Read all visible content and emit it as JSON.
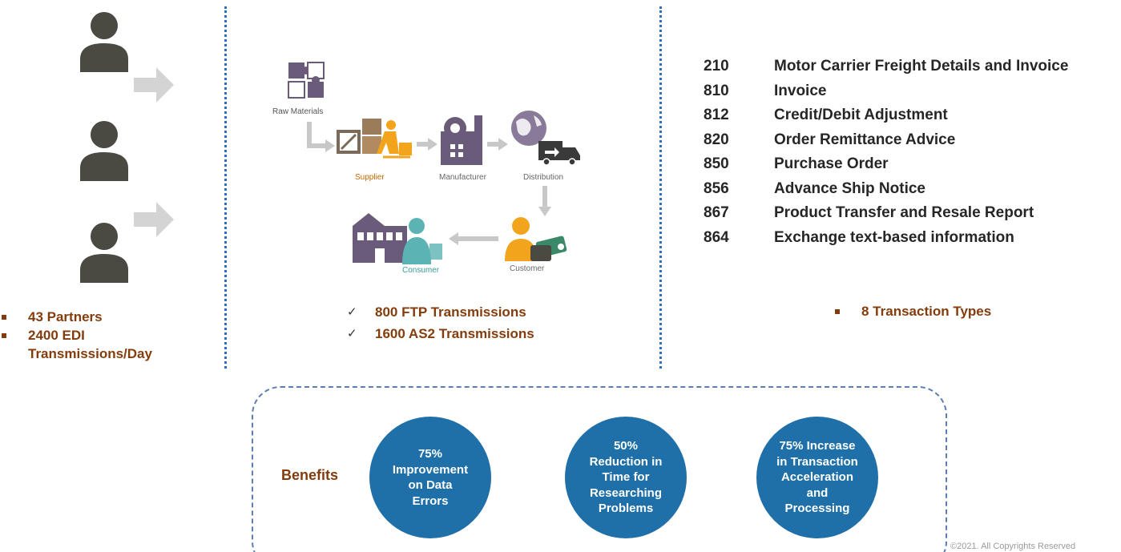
{
  "partners": {
    "stats": [
      "43 Partners",
      "2400 EDI Transmissions/Day"
    ]
  },
  "supply_chain": {
    "stages": {
      "raw_materials": "Raw Materials",
      "supplier": "Supplier",
      "manufacturer": "Manufacturer",
      "distribution": "Distribution",
      "customer": "Customer",
      "consumer": "Consumer"
    },
    "transmissions": [
      "800 FTP Transmissions",
      "1600 AS2 Transmissions"
    ],
    "check_glyph": "✓"
  },
  "transactions": {
    "items": [
      {
        "code": "210",
        "description": "Motor Carrier Freight Details and Invoice"
      },
      {
        "code": "810",
        "description": "Invoice"
      },
      {
        "code": "812",
        "description": "Credit/Debit Adjustment"
      },
      {
        "code": "820",
        "description": "Order Remittance Advice"
      },
      {
        "code": "850",
        "description": "Purchase Order"
      },
      {
        "code": "856",
        "description": "Advance Ship Notice"
      },
      {
        "code": "867",
        "description": "Product Transfer and Resale Report"
      },
      {
        "code": "864",
        "description": "Exchange text-based information"
      }
    ],
    "summary": "8 Transaction Types"
  },
  "benefits": {
    "label": "Benefits",
    "items": [
      "75%\nImprovement\non Data\nErrors",
      "50%\nReduction in\nTime for\nResearching\nProblems",
      "75% Increase\nin Transaction\nAcceleration\nand\nProcessing"
    ]
  },
  "footer": {
    "copyright": "©2021. All Copyrights Reserved"
  },
  "colors": {
    "accent_brown": "#843c0c",
    "circle_blue": "#1f6fa8",
    "divider_blue": "#2f6fc1",
    "icon_dark": "#4a4a42",
    "arrow_gray": "#d4d4d4",
    "supplier_orange": "#f2a51c",
    "consumer_teal": "#5bb3b3",
    "factory_purple": "#6b5b7b"
  },
  "icons": [
    "person-icon",
    "arrow-right-icon",
    "puzzle-icon",
    "crate-icon",
    "factory-icon",
    "globe-icon",
    "truck-icon",
    "customer-icon",
    "money-icon",
    "store-icon",
    "consumer-icon"
  ]
}
